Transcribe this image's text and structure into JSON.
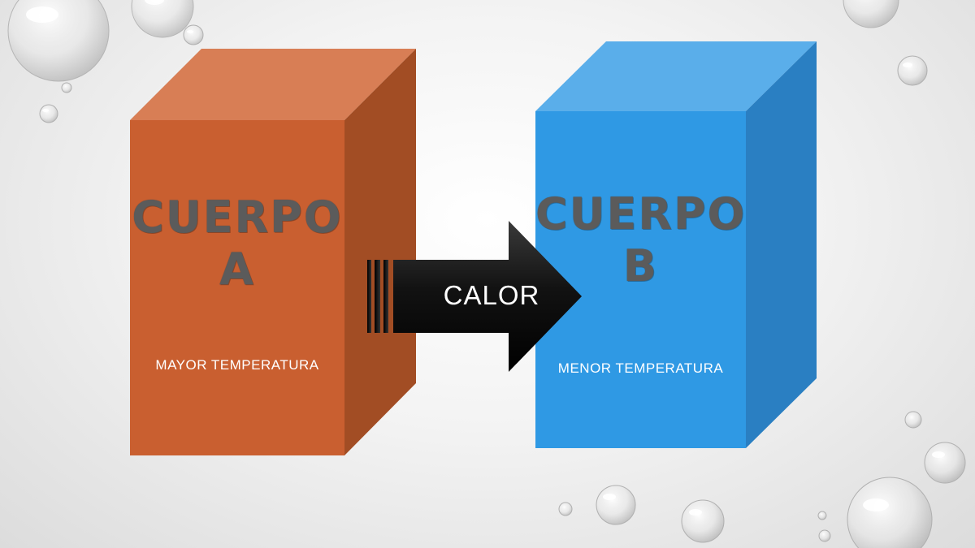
{
  "blocks": [
    {
      "title_line1": "CUERPO",
      "title_line2": "A",
      "subtitle": "MAYOR TEMPERATURA",
      "front_color": "#c95f30",
      "top_color": "#d87e55",
      "side_color": "#a24d24"
    },
    {
      "title_line1": "CUERPO",
      "title_line2": "B",
      "subtitle": "MENOR TEMPERATURA",
      "front_color": "#2f99e4",
      "top_color": "#5aaeea",
      "side_color": "#2a7fc2"
    }
  ],
  "arrow": {
    "label": "CALOR",
    "color": "#111111"
  },
  "background": {
    "decoration": "water-droplets"
  }
}
